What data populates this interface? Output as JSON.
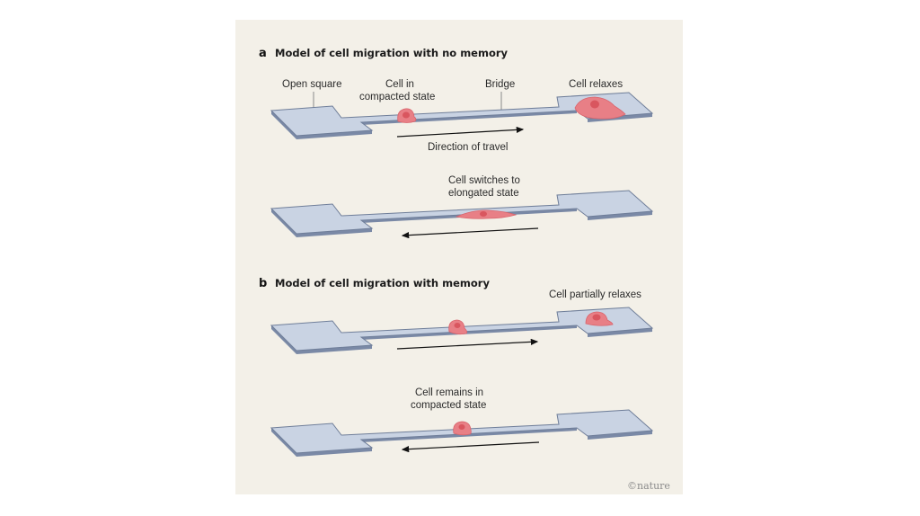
{
  "panel_a": {
    "letter": "a",
    "title": "Model of cell migration with no memory",
    "labels": {
      "open_square": "Open square",
      "cell_in_line1": "Cell in",
      "cell_in_line2": "compacted state",
      "bridge": "Bridge",
      "cell_relaxes": "Cell relaxes",
      "direction": "Direction of travel",
      "switch_line1": "Cell switches to",
      "switch_line2": "elongated state"
    },
    "rows": [
      {
        "arrow_direction": "right",
        "cell_state": "compacted",
        "end_cell_state": "relaxed"
      },
      {
        "arrow_direction": "left",
        "cell_state": "elongated"
      }
    ]
  },
  "panel_b": {
    "letter": "b",
    "title": "Model of cell migration with memory",
    "labels": {
      "partial": "Cell partially relaxes",
      "remains_line1": "Cell remains in",
      "remains_line2": "compacted state"
    },
    "rows": [
      {
        "arrow_direction": "right",
        "cell_state": "compacted",
        "end_cell_state": "partially-relaxed"
      },
      {
        "arrow_direction": "left",
        "cell_state": "compacted"
      }
    ]
  },
  "credit": "©nature",
  "colors": {
    "background": "#f3f0e8",
    "track": "#c9d3e3",
    "cell": "#e87f86"
  }
}
